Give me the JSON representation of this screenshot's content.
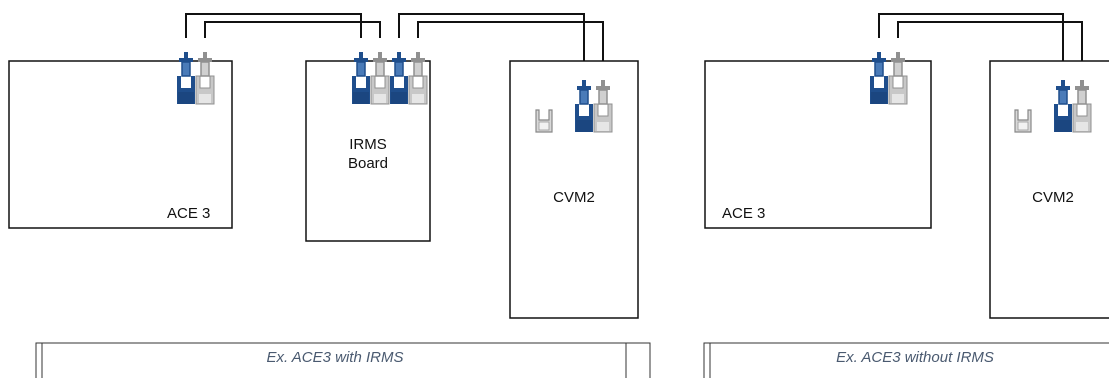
{
  "left_diagram": {
    "ace_label": "ACE 3",
    "irms_label_line1": "IRMS",
    "irms_label_line2": "Board",
    "cvm_label": "CVM2",
    "caption": "Ex. ACE3 with IRMS"
  },
  "right_diagram": {
    "ace_label": "ACE 3",
    "cvm_label": "CVM2",
    "caption": "Ex. ACE3 without IRMS"
  },
  "colors": {
    "connector_blue": "#1f4e8c",
    "connector_gray": "#b0b0b0",
    "cable": "#111111"
  }
}
